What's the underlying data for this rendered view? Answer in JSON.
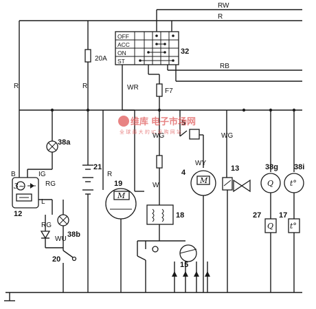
{
  "wires": {
    "rw": "RW",
    "r_top": "R",
    "r_left": "R",
    "r_mid": "R",
    "wr": "WR",
    "rb": "RB",
    "wg": "WG",
    "wg2": "WG",
    "wy": "WY",
    "w": "W",
    "r_motor": "R",
    "rg": "RG",
    "rg2": "RG",
    "wu": "WU"
  },
  "switch": {
    "positions": [
      "OFF",
      "ACC",
      "ON",
      "ST"
    ],
    "number": "32"
  },
  "fuses": {
    "f20a": "20A",
    "f7": "F7"
  },
  "components": {
    "c38a": "38a",
    "c21": "21",
    "c19": "19",
    "c19_symbol": "M",
    "c4": "4",
    "c4_symbol": "M",
    "c5": "5",
    "c13": "13",
    "c38g": "38g",
    "c38g_symbol": "Q",
    "c38i": "38i",
    "c38i_symbol": "t°",
    "c12": "12",
    "c12_b": "B",
    "c12_ig": "IG",
    "c12_l": "L",
    "c12_3": "3~",
    "c18": "18",
    "c38b": "38b",
    "c20": "20",
    "c15": "15",
    "c27": "27",
    "c27_symbol": "Q",
    "c17": "17",
    "c17_symbol": "t°"
  },
  "watermark": {
    "brand": "维库",
    "site": "电子市场网",
    "tagline": "全 球 最 大 的 IC 采 购 网 站"
  }
}
